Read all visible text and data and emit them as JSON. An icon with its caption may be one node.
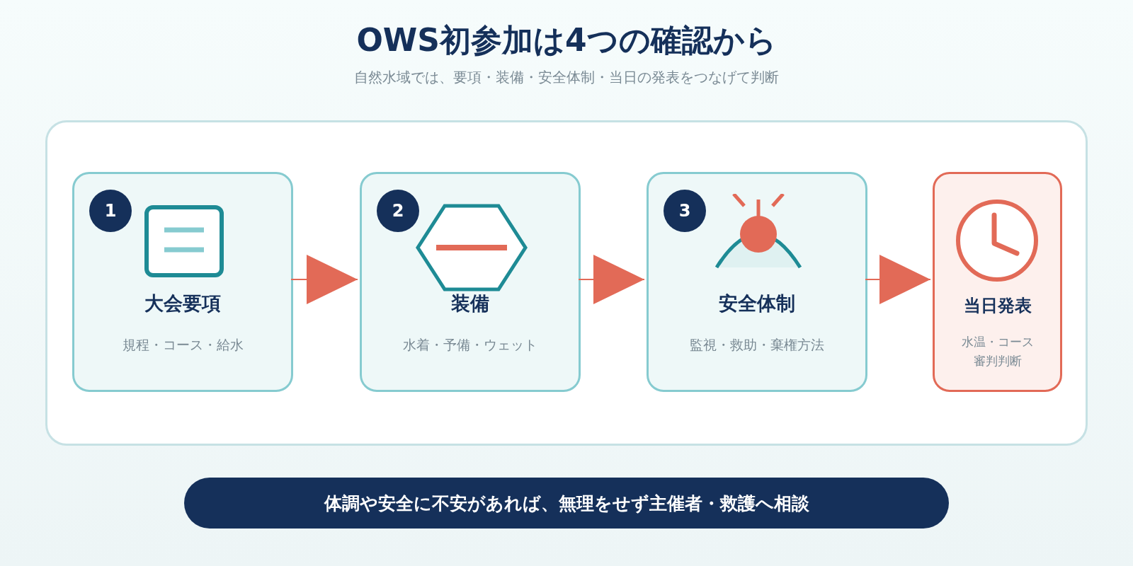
{
  "diagram": {
    "title": "OWS初参加は4つの確認から",
    "nodes": [
      {
        "text": [],
        "shape": "box"
      },
      {
        "text": [
          "大会要項",
          "規程・コース・給水"
        ],
        "in": 0
      },
      {
        "text": [
          "1"
        ],
        "in": 1
      },
      {
        "text": [
          "装備",
          "水着・予備・ウェット"
        ],
        "in": 0
      },
      {
        "text": [
          "2"
        ],
        "in": 3
      },
      {
        "text": [
          "安全体制",
          "監視・救助・棄権方法"
        ],
        "in": 0
      },
      {
        "text": [
          "3"
        ],
        "in": 5
      },
      {
        "text": [
          "当日発表",
          "水温・コース審判判断"
        ],
        "in": 0
      },
      {
        "text": [
          "体調や安全に不安があれば、無理をせず主催者・救護へ相談"
        ]
      }
    ],
    "edges": [
      {
        "from": 1,
        "to": 3,
        "arrow": "to"
      },
      {
        "from": 3,
        "to": 5,
        "arrow": "to"
      },
      {
        "from": 5,
        "to": 7,
        "arrow": "to"
      }
    ],
    "labels": [
      "自然水域では、要項・装備・安全体制・当日の発表をつなげて判断"
    ]
  }
}
